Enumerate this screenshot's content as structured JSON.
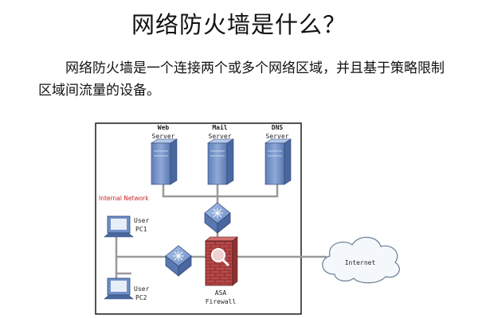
{
  "title": "网络防火墙是什么？",
  "description": "网络防火墙是一个连接两个或多个网络区域，并且基于策略限制区域间流量的设备。",
  "diagram": {
    "zone_label": "Internal Network",
    "servers": [
      {
        "line1": "Web",
        "line2": "Server",
        "icon": "server-tower-icon"
      },
      {
        "line1": "Mail",
        "line2": "Server",
        "icon": "server-tower-icon"
      },
      {
        "line1": "DNS",
        "line2": "Server",
        "icon": "server-tower-icon"
      }
    ],
    "pcs": [
      {
        "line1": "User",
        "line2": "PC1",
        "icon": "desktop-pc-icon"
      },
      {
        "line1": "User",
        "line2": "PC2",
        "icon": "desktop-pc-icon"
      }
    ],
    "firewall": {
      "line1": "ASA",
      "line2": "Firewall",
      "icon": "brick-firewall-icon"
    },
    "internet": {
      "label": "Internet",
      "icon": "cloud-icon"
    },
    "colors": {
      "server": "#6f8fc6",
      "switch": "#7f9fd2",
      "firewall": "#b94b4b",
      "cloud": "#f4f8fc",
      "border": "#1a1a1a",
      "zone_text": "#cc2222"
    }
  }
}
